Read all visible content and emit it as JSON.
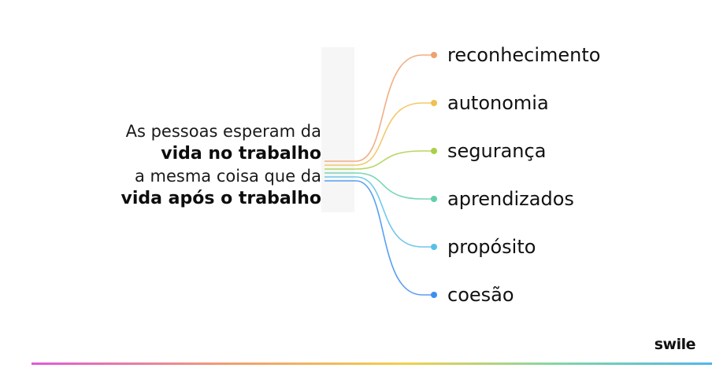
{
  "headline": {
    "line1": "As pessoas esperam da",
    "line2": "vida no trabalho",
    "line3": "a mesma coisa que da",
    "line4": "vida após o trabalho"
  },
  "branches": [
    {
      "label": "reconhecimento",
      "color": "#f0a070"
    },
    {
      "label": "autonomia",
      "color": "#f0c050"
    },
    {
      "label": "segurança",
      "color": "#a8d048"
    },
    {
      "label": "aprendizados",
      "color": "#60d0a8"
    },
    {
      "label": "propósito",
      "color": "#58c0e8"
    },
    {
      "label": "coesão",
      "color": "#3c8ef0"
    }
  ],
  "brand": "swile",
  "footer_gradient": [
    "#e05ad8",
    "#f0a06e",
    "#f2cf4a",
    "#7fd6a6",
    "#4fb6ea"
  ]
}
